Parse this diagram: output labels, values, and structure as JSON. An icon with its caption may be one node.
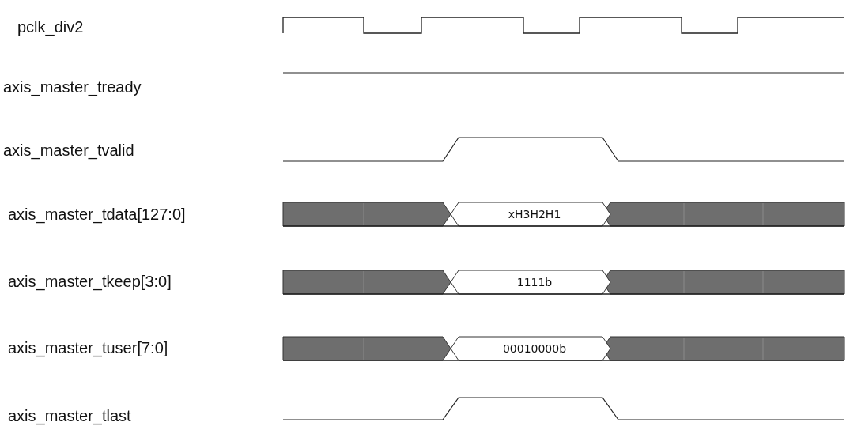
{
  "diagram": {
    "labels": [
      "pclk_div2",
      "axis_master_tready",
      "axis_master_tvalid",
      "axis_master_tdata[127:0]",
      "xH3H2H1",
      "axis_master_tkeep[3:0]",
      "1111b",
      "axis_master_tuser[7:0]",
      "00010000b",
      "axis_master_tlast"
    ]
  }
}
